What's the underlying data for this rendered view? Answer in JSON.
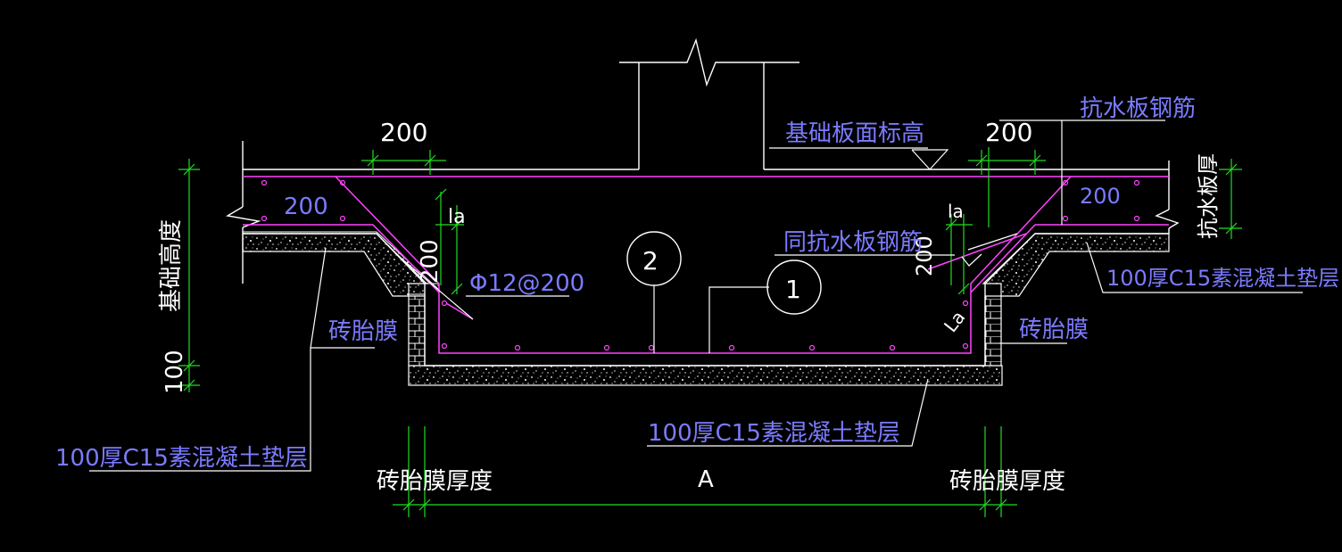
{
  "colors": {
    "background": "#000000",
    "outline": "#ffffff",
    "rebar": "#ff44ff",
    "dimension": "#22dd22",
    "annotation_blue": "#7b7bff",
    "white_text": "#ffffff"
  },
  "labels": {
    "dim_200_top_left": "200",
    "dim_200_top_right": "200",
    "dim_200_inner_left": "200",
    "dim_200_inner_right": "200",
    "dim_200_vert_left": "200",
    "dim_200_vert_right": "200",
    "la_left": "la",
    "la_right": "la",
    "la_diag": "La",
    "foundation_height": "基础高度",
    "dim_100": "100",
    "base_plate_elev": "基础板面标高",
    "anti_water_rebar": "抗水板钢筋",
    "same_anti_water_rebar": "同抗水板钢筋",
    "anti_water_thickness": "抗水板厚",
    "bar_spec": "Φ12@200",
    "cushion_right": "100厚C15素混凝土垫层",
    "cushion_bottom": "100厚C15素混凝土垫层",
    "cushion_left": "100厚C15素混凝土垫层",
    "brick_left": "砖胎膜",
    "brick_right": "砖胎膜",
    "brick_thk_left": "砖胎膜厚度",
    "brick_thk_right": "砖胎膜厚度",
    "width_A": "A",
    "callout_1": "1",
    "callout_2": "2"
  }
}
